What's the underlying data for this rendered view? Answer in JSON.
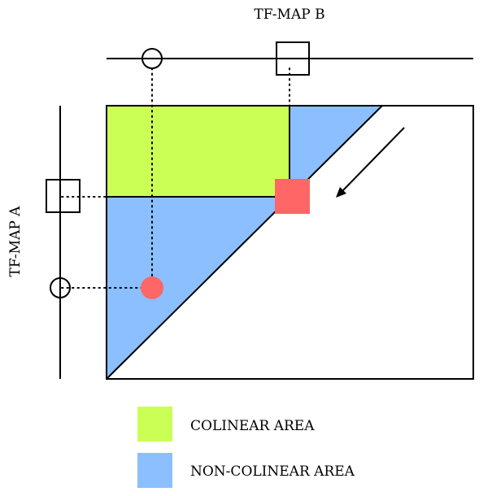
{
  "labels": {
    "top_axis": "TF-MAP B",
    "left_axis": "TF-MAP A"
  },
  "legend": [
    {
      "label": "COLINEAR AREA",
      "color": "#ccff55"
    },
    {
      "label": "NON-COLINEAR AREA",
      "color": "#8bbfff"
    }
  ],
  "colors": {
    "colinear": "#ccff55",
    "non_colinear": "#8bbfff",
    "marker": "#ff6666",
    "line": "#000000"
  }
}
